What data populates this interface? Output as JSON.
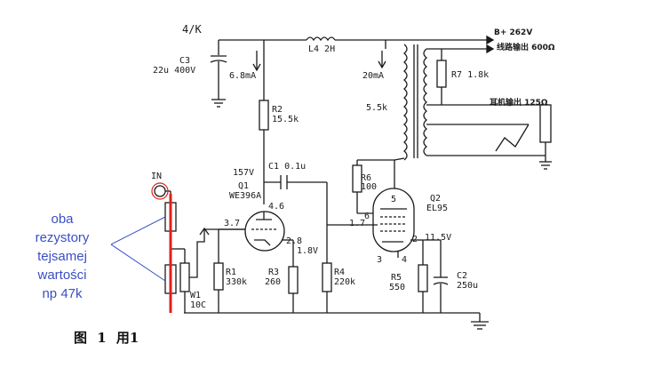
{
  "diagram": {
    "title_fraction": "4/K",
    "b_plus": "B+ 262V",
    "line_out": "线路输出 600Ω",
    "headphone_out": "耳机输出 125Ω",
    "inductor": "L4 2H",
    "c3": {
      "name": "C3",
      "value": "22u 400V"
    },
    "current_left": "6.8mA",
    "current_right": "20mA",
    "r2": {
      "name": "R2",
      "value": "15.5k"
    },
    "transformer_impedance": "5.5k",
    "r7": {
      "name": "R7",
      "value": "1.8k"
    },
    "v_anode_q1": "157V",
    "c1": {
      "name": "C1",
      "value": "0.1u"
    },
    "q1": {
      "name": "Q1",
      "value": "WE396A"
    },
    "r6": {
      "name": "R6",
      "value": "100"
    },
    "q2": {
      "name": "Q2",
      "value": "EL95"
    },
    "input": "IN",
    "pin_q1_top": "4.6",
    "pin_q1_left": "3.7",
    "pin_q1_bottom": "2.8",
    "v_cathode_q1": "1.8V",
    "pin_q2_6": "6",
    "pin_q2_17": "1.7",
    "pin_q2_5": "5",
    "pin_q2_2": "2",
    "pin_q2_3": "3",
    "pin_q2_4": "4",
    "v_cathode_q2": "11.5V",
    "r1": {
      "name": "R1",
      "value": "330k"
    },
    "r3": {
      "name": "R3",
      "value": "260"
    },
    "r4": {
      "name": "R4",
      "value": "220k"
    },
    "r5": {
      "name": "R5",
      "value": "550"
    },
    "c2": {
      "name": "C2",
      "value": "250u"
    },
    "w1": {
      "name": "W1",
      "value": "10C"
    }
  },
  "annotation": {
    "lines": [
      "oba",
      "rezystory",
      "tejsamej",
      "wartości",
      "np 47k"
    ],
    "color": "#3a4fc4"
  },
  "caption": "图 1 用1",
  "colors": {
    "ink": "#1a1a1a",
    "red_wire": "#e0201a",
    "note": "#3a4fc4"
  }
}
